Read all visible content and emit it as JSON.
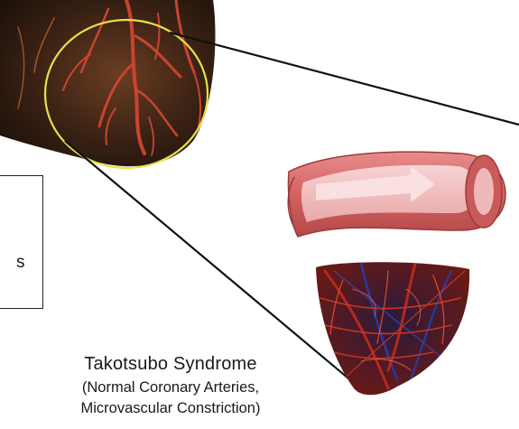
{
  "figure": {
    "box_label": "s",
    "caption": {
      "title": "Takotsubo Syndrome",
      "line2": "(Normal Coronary Arteries,",
      "line3": "Microvascular Constriction)"
    }
  },
  "colors": {
    "heart_tissue": "#3a2214",
    "artery": "#c8442e",
    "focus_circle": "#e8e04a",
    "vessel_wall": "#d86a6a",
    "vessel_lumen": "#f3c7c7",
    "flow_arrow": "#fbe3e3",
    "micro_red": "#b8281c",
    "micro_blue": "#2a3aa0",
    "connector_line": "#111111"
  },
  "icons": {
    "heart": "heart-illustration",
    "vessel": "artery-cross-section-illustration",
    "microvasculature": "microvascular-cast-illustration"
  }
}
